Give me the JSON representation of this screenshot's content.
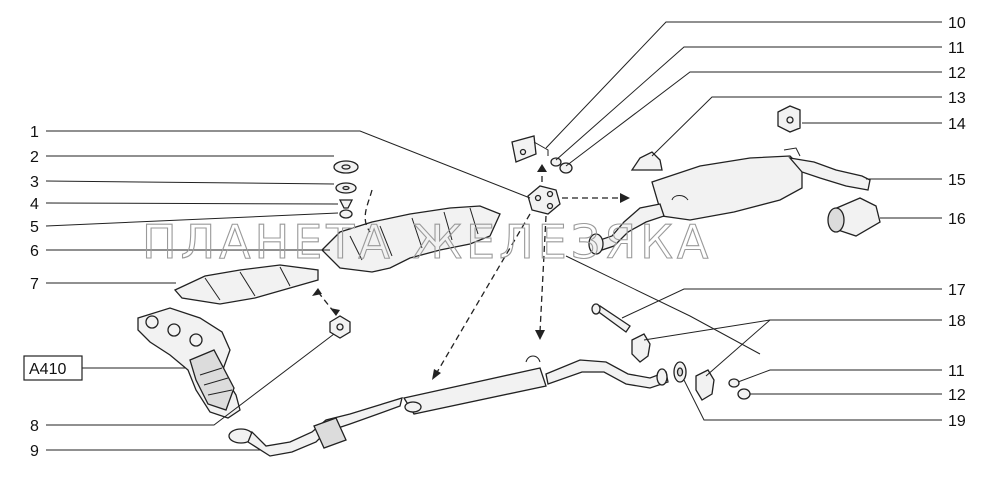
{
  "watermark": "ПЛАНЕТА ЖЕЛЕЗЯКА",
  "reference_label": "A410",
  "left_callouts": [
    "1",
    "2",
    "3",
    "4",
    "5",
    "6",
    "7",
    "8",
    "9"
  ],
  "right_callouts": [
    "10",
    "11",
    "12",
    "13",
    "14",
    "15",
    "16",
    "17",
    "18",
    "11",
    "12",
    "19"
  ]
}
